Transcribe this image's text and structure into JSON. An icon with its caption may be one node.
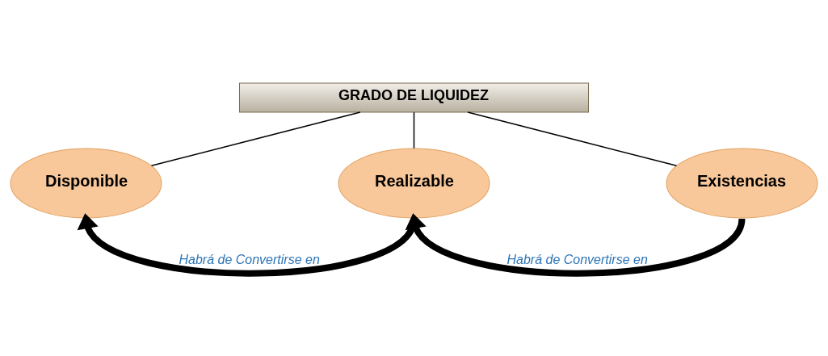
{
  "diagram": {
    "nodes": [
      {
        "text": [
          "GRADO DE LIQUIDEZ"
        ]
      },
      {
        "text": [
          "Disponible"
        ]
      },
      {
        "text": [
          "Realizable"
        ]
      },
      {
        "text": [
          "Existencias"
        ]
      }
    ],
    "edges": [
      {
        "from": 0,
        "to": 1,
        "arrow": "none"
      },
      {
        "from": 0,
        "to": 2,
        "arrow": "none"
      },
      {
        "from": 0,
        "to": 3,
        "arrow": "none"
      },
      {
        "from": 2,
        "to": 1,
        "arrow": "to",
        "style": "thick",
        "label": "Habrá de Convertirse en"
      },
      {
        "from": 3,
        "to": 2,
        "arrow": "to",
        "style": "thick",
        "label": "Habrá de Convertirse en"
      }
    ]
  }
}
